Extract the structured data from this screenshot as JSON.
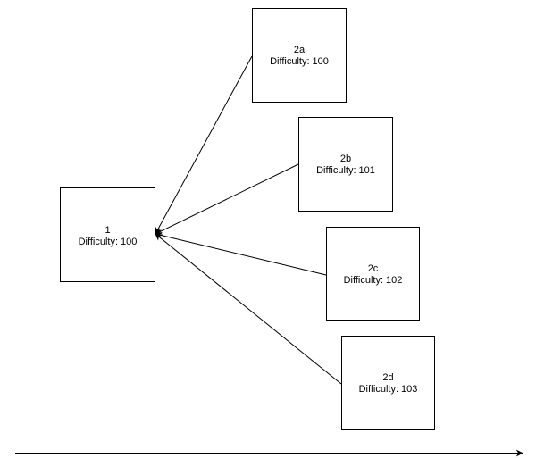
{
  "nodes": [
    {
      "id": "1",
      "label": "1",
      "subtitle": "Difficulty: 100"
    },
    {
      "id": "2a",
      "label": "2a",
      "subtitle": "Difficulty: 100"
    },
    {
      "id": "2b",
      "label": "2b",
      "subtitle": "Difficulty: 101"
    },
    {
      "id": "2c",
      "label": "2c",
      "subtitle": "Difficulty: 102"
    },
    {
      "id": "2d",
      "label": "2d",
      "subtitle": "Difficulty: 103"
    }
  ],
  "edges": [
    {
      "from": "2a",
      "to": "1"
    },
    {
      "from": "2b",
      "to": "1"
    },
    {
      "from": "2c",
      "to": "1"
    },
    {
      "from": "2d",
      "to": "1"
    }
  ],
  "timeline_arrow": true,
  "colors": {
    "stroke": "#000000",
    "background": "#ffffff"
  }
}
